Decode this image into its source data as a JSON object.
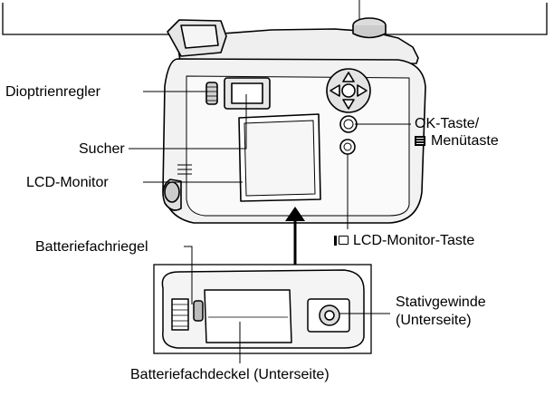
{
  "labels": {
    "diopter_dial": "Dioptrienregler",
    "viewfinder": "Sucher",
    "lcd_monitor": "LCD-Monitor",
    "ok_button_line1": "OK-Taste/",
    "ok_button_line2": "Menütaste",
    "lcd_monitor_button": "LCD-Monitor-Taste",
    "battery_latch": "Batteriefachriegel",
    "tripod_socket_line1": "Stativgewinde",
    "tripod_socket_line2": "(Unterseite)",
    "battery_cover": "Batteriefachdeckel (Unterseite)"
  },
  "icons": {
    "menu": "menu-icon",
    "lcd_monitor": "lcd-monitor-icon"
  },
  "colors": {
    "ink": "#000000",
    "background": "#ffffff",
    "body_gray": "#d9d9d9"
  }
}
